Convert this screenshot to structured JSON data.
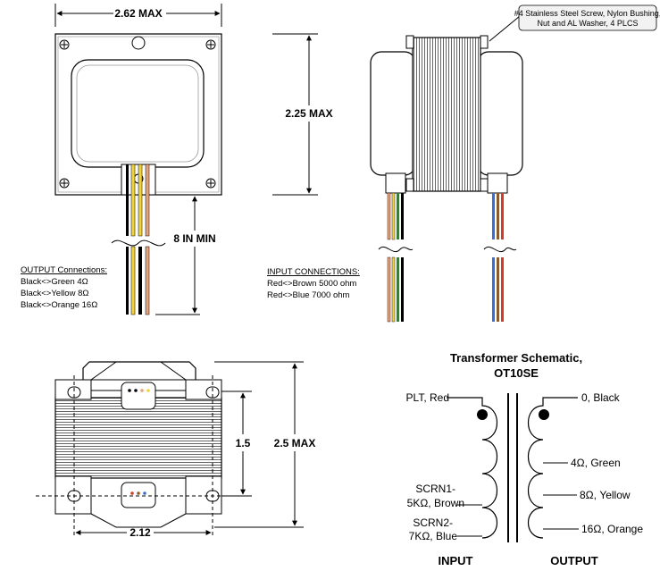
{
  "dimensions": {
    "top_width": "2.62 MAX",
    "side_height": "2.25 MAX",
    "lead_length": "8 IN MIN",
    "bottom_inner_height": "1.5",
    "bottom_height": "2.5 MAX",
    "bottom_width": "2.12"
  },
  "callout": {
    "line1": "#4 Stainless Steel Screw, Nylon Bushing,",
    "line2": "Nut and AL Washer, 4 PLCS"
  },
  "output_connections": {
    "title": "OUTPUT Connections:",
    "lines": [
      "Black<>Green 4Ω",
      "Black<>Yellow 8Ω",
      "Black<>Orange 16Ω"
    ]
  },
  "input_connections": {
    "title": "INPUT CONNECTIONS:",
    "lines": [
      "Red<>Brown 5000 ohm",
      "Red<>Blue 7000 ohm"
    ]
  },
  "schematic": {
    "title_line1": "Transformer Schematic,",
    "title_line2": "OT10SE",
    "plt": "PLT, Red",
    "scrn1_a": "SCRN1-",
    "scrn1_b": "5KΩ, Brown",
    "scrn2_a": "SCRN2-",
    "scrn2_b": "7KΩ, Blue",
    "out0": "0, Black",
    "out4": "4Ω, Green",
    "out8": "8Ω, Yellow",
    "out16": "16Ω, Orange",
    "input_label": "INPUT",
    "output_label": "OUTPUT"
  },
  "wire_colors": {
    "black": "#000000",
    "yellow": "#f2d23c",
    "orange": "#e8a27a",
    "green": "#3a7a3a",
    "red": "#d43a2a",
    "blue": "#3a6fd0",
    "brown": "#8a5a2a"
  }
}
